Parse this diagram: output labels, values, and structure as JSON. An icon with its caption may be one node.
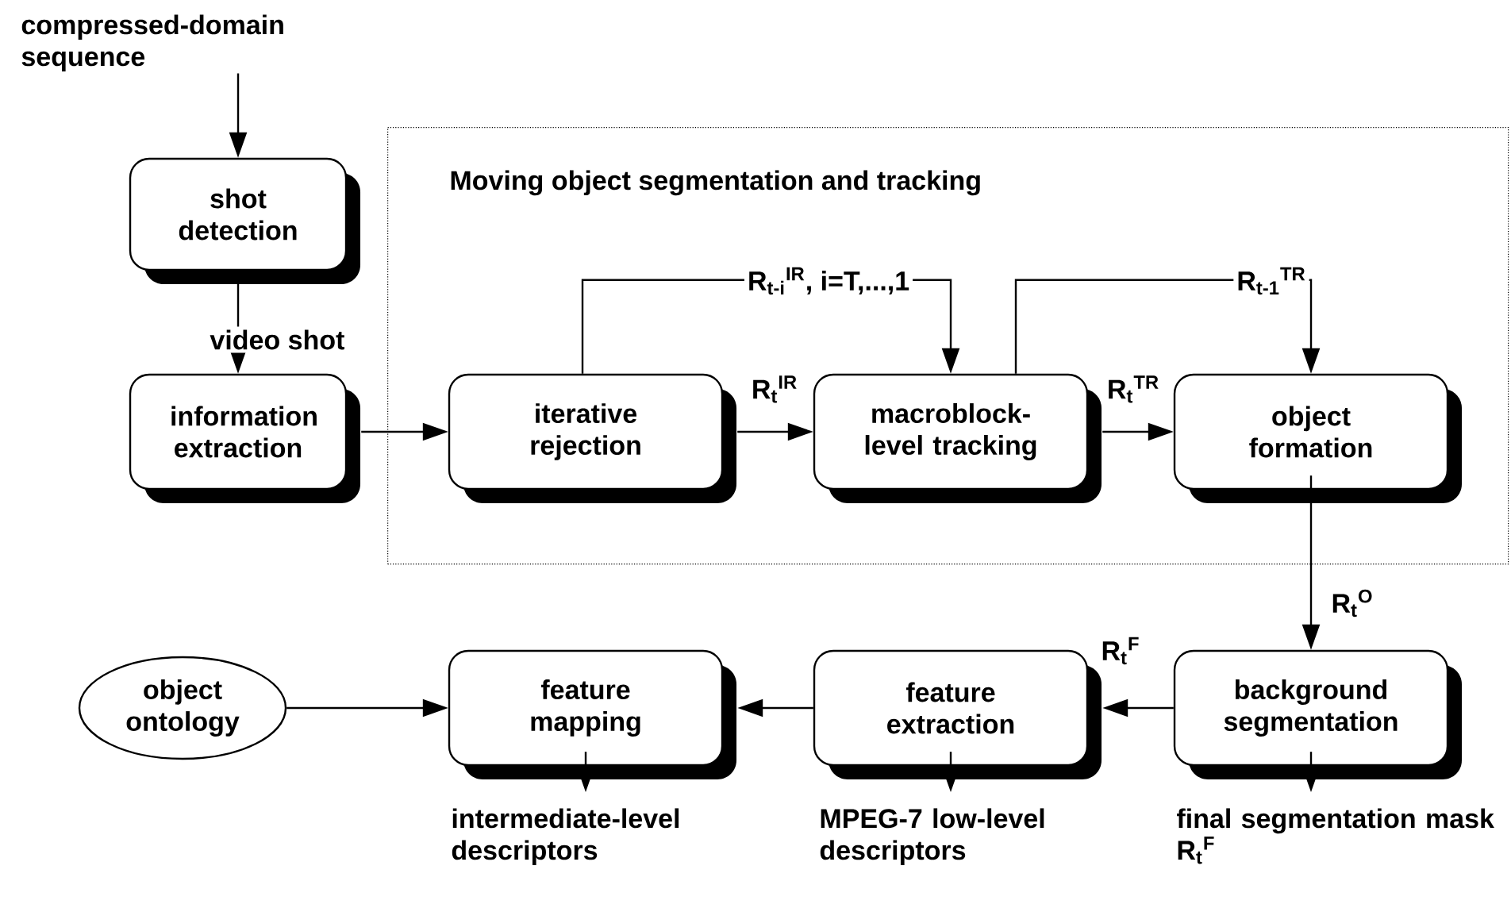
{
  "diagram": {
    "nodes": [
      {
        "text": [
          "compressed-domain sequence"
        ]
      },
      {
        "text": [
          "shot detection"
        ]
      },
      {
        "text": [
          "information extraction"
        ]
      },
      {
        "text": [
          "Moving object segmentation and tracking"
        ]
      },
      {
        "text": [
          "iterative rejection"
        ],
        "in": 3
      },
      {
        "text": [
          "macroblock-level tracking"
        ],
        "in": 3
      },
      {
        "text": [
          "object formation"
        ],
        "in": 3
      },
      {
        "text": [
          "background segmentation"
        ]
      },
      {
        "text": [
          "feature extraction"
        ]
      },
      {
        "text": [
          "feature mapping"
        ]
      },
      {
        "text": [
          "object ontology"
        ]
      },
      {
        "text": [
          "intermediate-level descriptors"
        ]
      },
      {
        "text": [
          "MPEG-7 low-level descriptors"
        ]
      },
      {
        "text": [
          "final segmentation mask R$_{t}$$^{F}$"
        ]
      }
    ],
    "edges": [
      {
        "from": 0,
        "to": 1,
        "arrow": "to"
      },
      {
        "from": 1,
        "to": 2,
        "arrow": "to",
        "label": "video shot"
      },
      {
        "from": 2,
        "to": 4,
        "arrow": "to"
      },
      {
        "from": 4,
        "to": 5,
        "arrow": "to",
        "label": "R$_{t}$$^{IR}$"
      },
      {
        "from": 4,
        "to": 5,
        "arrow": "to",
        "label": "R$_{t-i}$$^{IR}$, i=T,...,1"
      },
      {
        "from": 5,
        "to": 6,
        "arrow": "to",
        "label": "R$_{t}$$^{TR}$"
      },
      {
        "from": 5,
        "to": 6,
        "arrow": "to",
        "label": "R$_{t-1}$$^{TR}$"
      },
      {
        "from": 6,
        "to": 7,
        "arrow": "to",
        "label": "R$_{t}$$^{O}$"
      },
      {
        "from": 7,
        "to": 8,
        "arrow": "to",
        "label": "R$_{t}$$^{F}$"
      },
      {
        "from": 8,
        "to": 9,
        "arrow": "to"
      },
      {
        "from": 10,
        "to": 9,
        "arrow": "to"
      },
      {
        "from": 9,
        "to": 11,
        "arrow": "to"
      },
      {
        "from": 8,
        "to": 12,
        "arrow": "to"
      },
      {
        "from": 7,
        "to": 13,
        "arrow": "to"
      }
    ]
  }
}
